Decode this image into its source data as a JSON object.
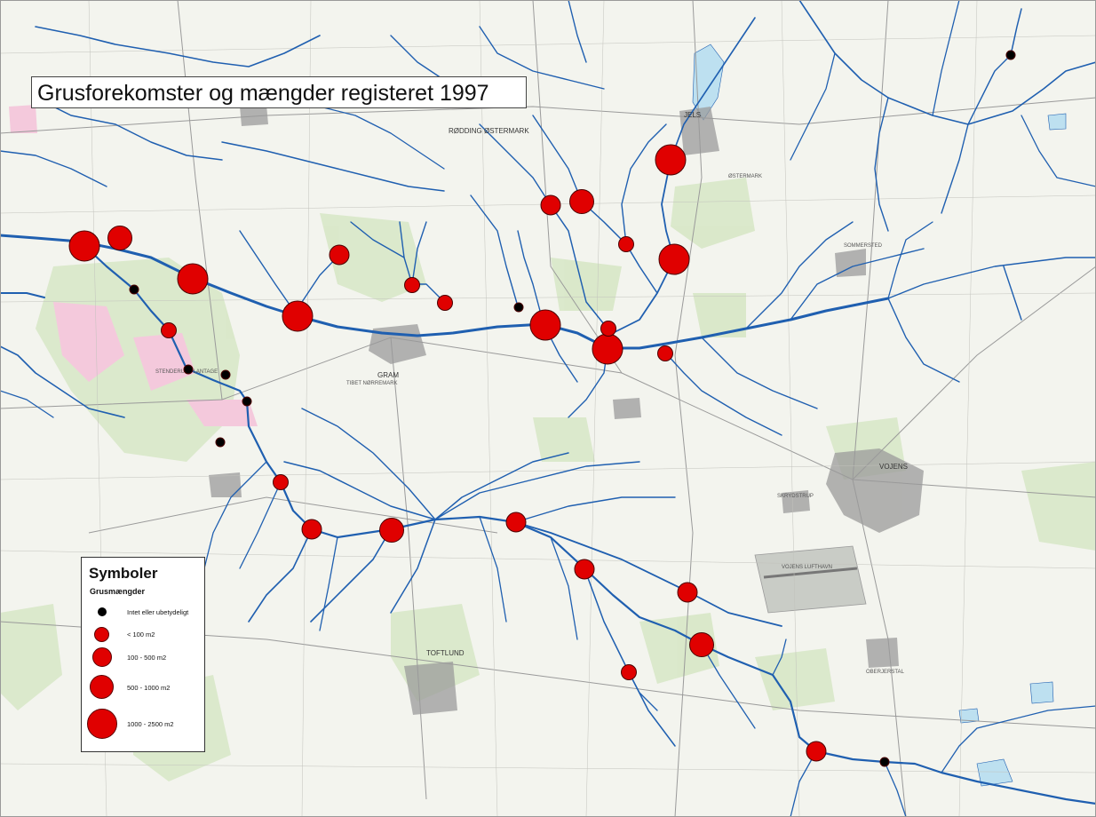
{
  "map": {
    "title": "Grusforekomster og mængder registeret 1997",
    "colors": {
      "land": "#f3f4ee",
      "forest": "#d9e8c9",
      "heath": "#f4c9dc",
      "river": "#1f5fb0",
      "urban": "#8a8a8a",
      "airport": "#c9ccc6",
      "road": "#8e8e8e",
      "lake": "#bde0f0",
      "gravel": "#e00000",
      "none": "#000000"
    },
    "place_names": [
      "RØDDING ØSTERMARK",
      "STENDERUP PLANTAGE",
      "GRAM",
      "TIBET NØRREMARK",
      "VOJENS",
      "VOJENS LUFTHAVN",
      "TOFTLUND",
      "SOMMERSTED",
      "ØSTERMARK",
      "JELS",
      "SKRYDSTRUP",
      "OBERJERSTAL"
    ]
  },
  "legend": {
    "title": "Symboler",
    "subtitle": "Grusmængder",
    "items": [
      {
        "label": "Intet eller ubetydeligt",
        "category": "none"
      },
      {
        "label": "< 100 m2",
        "category": "lt100"
      },
      {
        "label": "100 - 500 m2",
        "category": "100-500"
      },
      {
        "label": "500 - 1000 m2",
        "category": "500-1000"
      },
      {
        "label": "1000 - 2500 m2",
        "category": "1000-2500"
      }
    ]
  }
}
